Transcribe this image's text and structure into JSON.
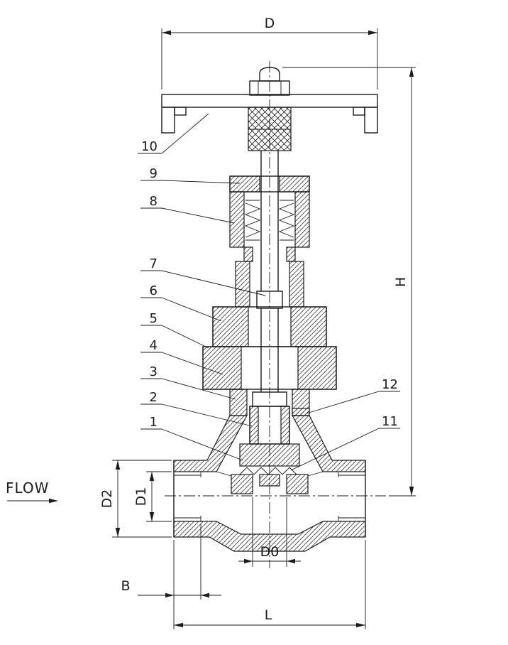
{
  "colors": {
    "line": "#1b1b1b",
    "background": "#ffffff"
  },
  "flow": {
    "label": "FLOW"
  },
  "dims": {
    "d": "D",
    "h": "H",
    "d2": "D2",
    "d1": "D1",
    "d0": "D0",
    "b": "B",
    "l": "L"
  },
  "callouts": {
    "left": [
      "10",
      "9",
      "8",
      "7",
      "6",
      "5",
      "4",
      "3",
      "2",
      "1"
    ],
    "right": [
      "12",
      "11"
    ]
  }
}
